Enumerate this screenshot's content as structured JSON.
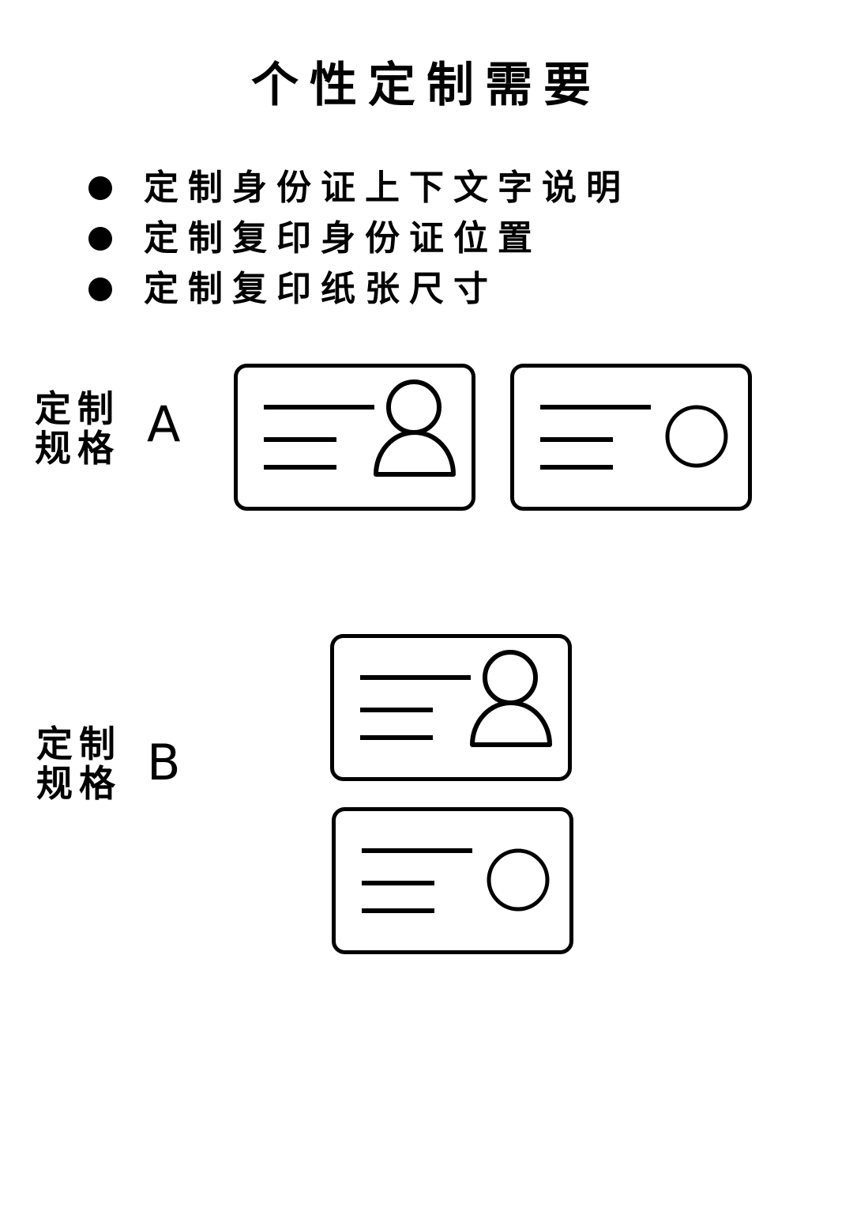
{
  "title": "个性定制需要",
  "requirements": [
    "定制身份证上下文字说明",
    "定制复印身份证位置",
    "定制复印纸张尺寸"
  ],
  "spec_a": {
    "label_line1": "定制",
    "label_line2": "规格",
    "letter": "A",
    "cards": [
      {
        "side": "portrait",
        "icon": "person-icon"
      },
      {
        "side": "emblem",
        "icon": "circle-emblem-icon"
      }
    ]
  },
  "spec_b": {
    "label_line1": "定制",
    "label_line2": "规格",
    "letter": "B",
    "cards": [
      {
        "side": "portrait",
        "icon": "person-icon"
      },
      {
        "side": "emblem",
        "icon": "circle-emblem-icon"
      }
    ]
  },
  "colors": {
    "stroke": "#000000",
    "background": "#ffffff"
  }
}
